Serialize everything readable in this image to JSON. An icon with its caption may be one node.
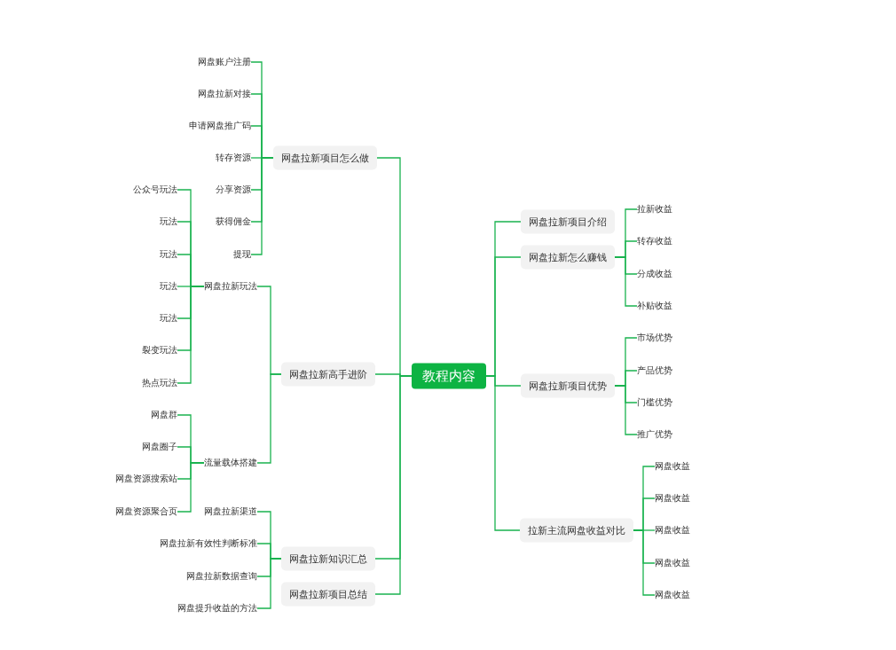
{
  "diagram": {
    "nodes": [
      {
        "text": [
          "教程内容"
        ]
      },
      {
        "text": [
          "网盘拉新项目怎么做"
        ]
      },
      {
        "text": [
          "网盘账户注册"
        ]
      },
      {
        "text": [
          "网盘拉新对接"
        ]
      },
      {
        "text": [
          "申请网盘推广码"
        ]
      },
      {
        "text": [
          "转存资源"
        ]
      },
      {
        "text": [
          "分享资源"
        ]
      },
      {
        "text": [
          "获得佣金"
        ]
      },
      {
        "text": [
          "提现"
        ]
      },
      {
        "text": [
          "网盘拉新高手进阶"
        ]
      },
      {
        "text": [
          "网盘拉新玩法"
        ]
      },
      {
        "text": [
          "公众号玩法"
        ]
      },
      {
        "text": [
          "玩法"
        ]
      },
      {
        "text": [
          "玩法"
        ]
      },
      {
        "text": [
          "玩法"
        ]
      },
      {
        "text": [
          "玩法"
        ]
      },
      {
        "text": [
          "裂变玩法"
        ]
      },
      {
        "text": [
          "热点玩法"
        ]
      },
      {
        "text": [
          "流量载体搭建"
        ]
      },
      {
        "text": [
          "网盘群"
        ]
      },
      {
        "text": [
          "网盘圈子"
        ]
      },
      {
        "text": [
          "网盘资源搜索站"
        ]
      },
      {
        "text": [
          "网盘资源聚合页"
        ]
      },
      {
        "text": [
          "网盘拉新知识汇总"
        ]
      },
      {
        "text": [
          "网盘拉新渠道"
        ]
      },
      {
        "text": [
          "网盘拉新有效性判断标准"
        ]
      },
      {
        "text": [
          "网盘拉新数据查询"
        ]
      },
      {
        "text": [
          "网盘提升收益的方法"
        ]
      },
      {
        "text": [
          "网盘拉新项目总结"
        ]
      },
      {
        "text": [
          "网盘拉新项目介绍"
        ]
      },
      {
        "text": [
          "网盘拉新怎么赚钱"
        ]
      },
      {
        "text": [
          "拉新收益"
        ]
      },
      {
        "text": [
          "转存收益"
        ]
      },
      {
        "text": [
          "分成收益"
        ]
      },
      {
        "text": [
          "补贴收益"
        ]
      },
      {
        "text": [
          "网盘拉新项目优势"
        ]
      },
      {
        "text": [
          "市场优势"
        ]
      },
      {
        "text": [
          "产品优势"
        ]
      },
      {
        "text": [
          "门槛优势"
        ]
      },
      {
        "text": [
          "推广优势"
        ]
      },
      {
        "text": [
          "拉新主流网盘收益对比"
        ]
      },
      {
        "text": [
          "网盘收益"
        ]
      },
      {
        "text": [
          "网盘收益"
        ]
      },
      {
        "text": [
          "网盘收益"
        ]
      },
      {
        "text": [
          "网盘收益"
        ]
      },
      {
        "text": [
          "网盘收益"
        ]
      }
    ],
    "edges": [
      {
        "from": 0,
        "to": 1,
        "arrow": "none"
      },
      {
        "from": 1,
        "to": 2,
        "arrow": "none"
      },
      {
        "from": 1,
        "to": 3,
        "arrow": "none"
      },
      {
        "from": 1,
        "to": 4,
        "arrow": "none"
      },
      {
        "from": 1,
        "to": 5,
        "arrow": "none"
      },
      {
        "from": 1,
        "to": 6,
        "arrow": "none"
      },
      {
        "from": 1,
        "to": 7,
        "arrow": "none"
      },
      {
        "from": 1,
        "to": 8,
        "arrow": "none"
      },
      {
        "from": 0,
        "to": 9,
        "arrow": "none"
      },
      {
        "from": 9,
        "to": 10,
        "arrow": "none"
      },
      {
        "from": 10,
        "to": 11,
        "arrow": "none"
      },
      {
        "from": 10,
        "to": 12,
        "arrow": "none"
      },
      {
        "from": 10,
        "to": 13,
        "arrow": "none"
      },
      {
        "from": 10,
        "to": 14,
        "arrow": "none"
      },
      {
        "from": 10,
        "to": 15,
        "arrow": "none"
      },
      {
        "from": 10,
        "to": 16,
        "arrow": "none"
      },
      {
        "from": 10,
        "to": 17,
        "arrow": "none"
      },
      {
        "from": 9,
        "to": 18,
        "arrow": "none"
      },
      {
        "from": 18,
        "to": 19,
        "arrow": "none"
      },
      {
        "from": 18,
        "to": 20,
        "arrow": "none"
      },
      {
        "from": 18,
        "to": 21,
        "arrow": "none"
      },
      {
        "from": 18,
        "to": 22,
        "arrow": "none"
      },
      {
        "from": 0,
        "to": 23,
        "arrow": "none"
      },
      {
        "from": 23,
        "to": 24,
        "arrow": "none"
      },
      {
        "from": 23,
        "to": 25,
        "arrow": "none"
      },
      {
        "from": 23,
        "to": 26,
        "arrow": "none"
      },
      {
        "from": 23,
        "to": 27,
        "arrow": "none"
      },
      {
        "from": 0,
        "to": 28,
        "arrow": "none"
      },
      {
        "from": 0,
        "to": 29,
        "arrow": "none"
      },
      {
        "from": 0,
        "to": 30,
        "arrow": "none"
      },
      {
        "from": 30,
        "to": 31,
        "arrow": "none"
      },
      {
        "from": 30,
        "to": 32,
        "arrow": "none"
      },
      {
        "from": 30,
        "to": 33,
        "arrow": "none"
      },
      {
        "from": 30,
        "to": 34,
        "arrow": "none"
      },
      {
        "from": 0,
        "to": 35,
        "arrow": "none"
      },
      {
        "from": 35,
        "to": 36,
        "arrow": "none"
      },
      {
        "from": 35,
        "to": 37,
        "arrow": "none"
      },
      {
        "from": 35,
        "to": 38,
        "arrow": "none"
      },
      {
        "from": 35,
        "to": 39,
        "arrow": "none"
      },
      {
        "from": 0,
        "to": 40,
        "arrow": "none"
      },
      {
        "from": 40,
        "to": 41,
        "arrow": "none"
      },
      {
        "from": 40,
        "to": 42,
        "arrow": "none"
      },
      {
        "from": 40,
        "to": 43,
        "arrow": "none"
      },
      {
        "from": 40,
        "to": 44,
        "arrow": "none"
      },
      {
        "from": 40,
        "to": 45,
        "arrow": "none"
      }
    ]
  }
}
